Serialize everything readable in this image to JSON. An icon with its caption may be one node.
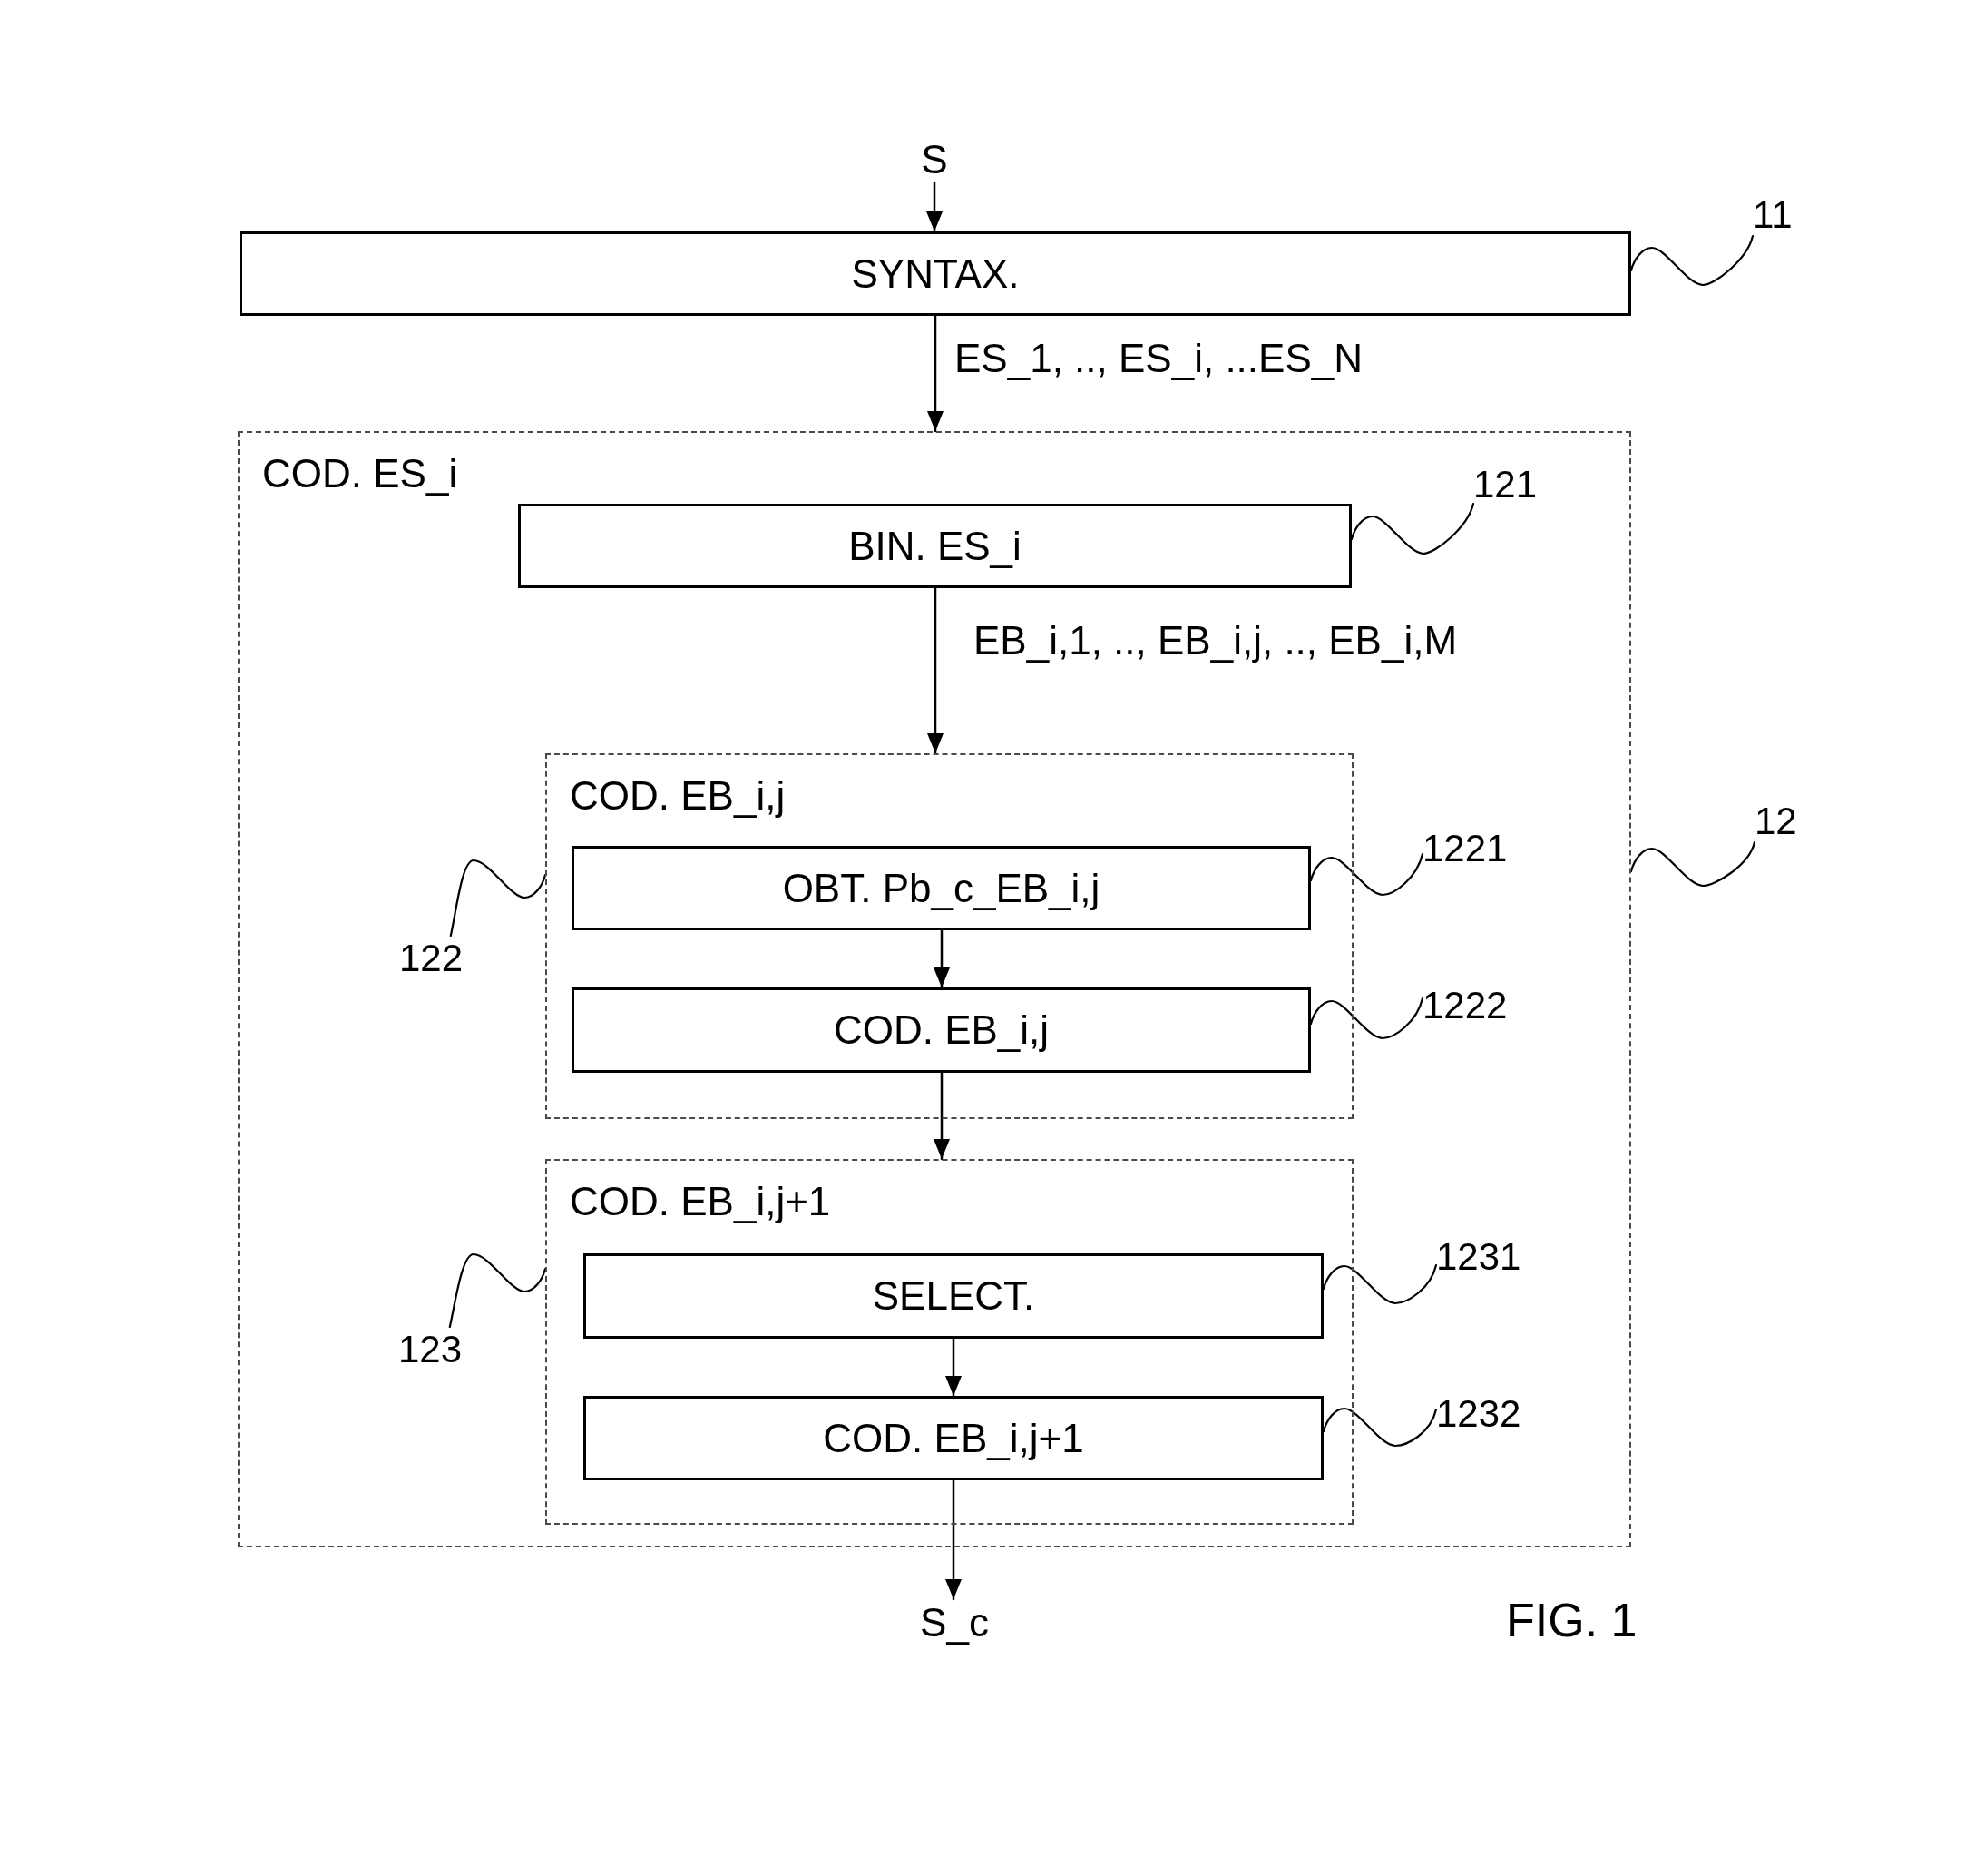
{
  "diagram": {
    "nodes": [
      {
        "text": [
          "S"
        ]
      },
      {
        "text": [
          "SYNTAX."
        ]
      },
      {
        "text": [
          "11"
        ]
      },
      {
        "text": [
          "COD. ES_i"
        ]
      },
      {
        "text": [
          "BIN. ES_i"
        ],
        "in": 3
      },
      {
        "text": [
          "121"
        ],
        "in": 3
      },
      {
        "text": [
          "12"
        ]
      },
      {
        "text": [
          "COD. EB_i,j"
        ],
        "in": 3
      },
      {
        "text": [
          "OBT. Pb_c_EB_i,j"
        ],
        "in": 7
      },
      {
        "text": [
          "1221"
        ],
        "in": 3
      },
      {
        "text": [
          "122"
        ],
        "in": 3
      },
      {
        "text": [
          "COD. EB_i,j"
        ],
        "in": 7
      },
      {
        "text": [
          "1222"
        ],
        "in": 3
      },
      {
        "text": [
          "COD. EB_i,j+1"
        ],
        "in": 3
      },
      {
        "text": [
          "SELECT."
        ],
        "in": 13
      },
      {
        "text": [
          "1231"
        ],
        "in": 3
      },
      {
        "text": [
          "123"
        ],
        "in": 3
      },
      {
        "text": [
          "COD. EB_i,j+1"
        ],
        "in": 13
      },
      {
        "text": [
          "1232"
        ],
        "in": 3
      },
      {
        "text": [
          "S_c"
        ]
      }
    ],
    "edges": [
      {
        "from": 0,
        "to": 1,
        "arrow": "to"
      },
      {
        "from": 1,
        "to": 3,
        "arrow": "to",
        "label": "ES_1, .., ES_i, ...ES_N"
      },
      {
        "from": 4,
        "to": 7,
        "arrow": "to",
        "label": "EB_i,1, .., EB_i,j, .., EB_i,M"
      },
      {
        "from": 8,
        "to": 11,
        "arrow": "to"
      },
      {
        "from": 11,
        "to": 13,
        "arrow": "to"
      },
      {
        "from": 14,
        "to": 17,
        "arrow": "to"
      },
      {
        "from": 17,
        "to": 19,
        "arrow": "to"
      },
      {
        "from": 2,
        "to": 1,
        "arrow": "none"
      },
      {
        "from": 5,
        "to": 4,
        "arrow": "none"
      },
      {
        "from": 6,
        "to": 3,
        "arrow": "none"
      },
      {
        "from": 9,
        "to": 8,
        "arrow": "none"
      },
      {
        "from": 10,
        "to": 7,
        "arrow": "none"
      },
      {
        "from": 12,
        "to": 11,
        "arrow": "none"
      },
      {
        "from": 15,
        "to": 14,
        "arrow": "none"
      },
      {
        "from": 16,
        "to": 13,
        "arrow": "none"
      },
      {
        "from": 18,
        "to": 17,
        "arrow": "none"
      }
    ],
    "labels": [
      "FIG. 1"
    ]
  }
}
